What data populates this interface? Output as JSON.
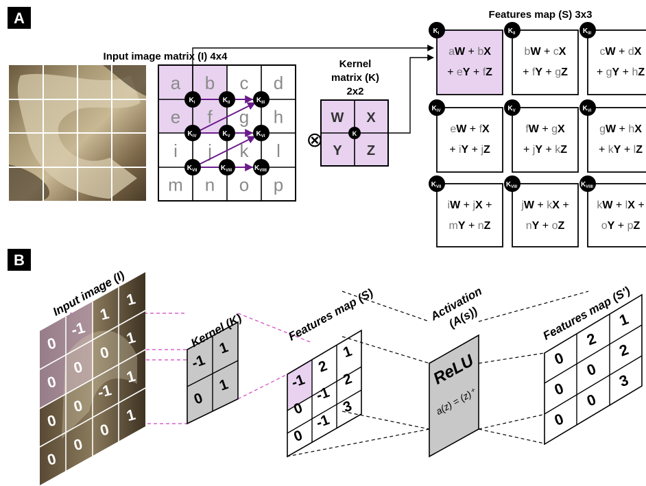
{
  "panel_a": {
    "label": "A",
    "input_title": "Input image matrix (I) 4x4",
    "input_letters": [
      "a",
      "b",
      "c",
      "d",
      "e",
      "f",
      "g",
      "h",
      "i",
      "j",
      "k",
      "l",
      "m",
      "n",
      "o",
      "p"
    ],
    "k_nodes": [
      "K",
      "K",
      "K",
      "K",
      "K",
      "K",
      "K",
      "K",
      "K"
    ],
    "k_subs": [
      "I",
      "II",
      "III",
      "IV",
      "V",
      "VI",
      "VII",
      "VIII",
      "VIIII"
    ],
    "conv_op": "⊗",
    "kernel_title_1": "Kernel",
    "kernel_title_2": "matrix (K)",
    "kernel_title_3": "2x2",
    "kernel_cells": [
      "W",
      "X",
      "Y",
      "Z"
    ],
    "kernel_center": "K",
    "features_title": "Features map (S) 3x3",
    "features_cells": [
      {
        "k": "K",
        "sub": "I",
        "p1": [
          "a",
          "W",
          " + ",
          "b",
          "X"
        ],
        "p2": [
          "+ ",
          "e",
          "Y",
          " + ",
          "f",
          "Z"
        ]
      },
      {
        "k": "K",
        "sub": "II",
        "p1": [
          "b",
          "W",
          " + ",
          "c",
          "X"
        ],
        "p2": [
          "+ ",
          "f",
          "Y",
          " + ",
          "g",
          "Z"
        ]
      },
      {
        "k": "K",
        "sub": "III",
        "p1": [
          "c",
          "W",
          " + ",
          "d",
          "X"
        ],
        "p2": [
          "+ ",
          "g",
          "Y",
          " + ",
          "h",
          "Z"
        ]
      },
      {
        "k": "K",
        "sub": "IV",
        "p1": [
          "e",
          "W",
          " + ",
          "f",
          "X"
        ],
        "p2": [
          "+ ",
          "i",
          "Y",
          " + ",
          "j",
          "Z"
        ]
      },
      {
        "k": "K",
        "sub": "V",
        "p1": [
          "f",
          "W",
          " + ",
          "g",
          "X"
        ],
        "p2": [
          "+ ",
          "j",
          "Y",
          " + ",
          "k",
          "Z"
        ]
      },
      {
        "k": "K",
        "sub": "VI",
        "p1": [
          "g",
          "W",
          " + ",
          "h",
          "X"
        ],
        "p2": [
          "+ ",
          "k",
          "Y",
          " + ",
          "l",
          "Z"
        ]
      },
      {
        "k": "K",
        "sub": "VII",
        "p1": [
          "i",
          "W",
          " + ",
          "j",
          "X",
          " +"
        ],
        "p2": [
          "m",
          "Y",
          " + ",
          "n",
          "Z"
        ]
      },
      {
        "k": "K",
        "sub": "VIII",
        "p1": [
          "j",
          "W",
          " + ",
          "k",
          "X",
          " +"
        ],
        "p2": [
          "n",
          "Y",
          " + ",
          "o",
          "Z"
        ]
      },
      {
        "k": "K",
        "sub": "VIIII",
        "p1": [
          "k",
          "W",
          " + ",
          "l",
          "X",
          " +"
        ],
        "p2": [
          "o",
          "Y",
          " + ",
          "p",
          "Z"
        ]
      }
    ]
  },
  "panel_b": {
    "label": "B",
    "input_title": "Input image (I)",
    "input_values": [
      "0",
      "-1",
      "1",
      "1",
      "0",
      "0",
      "0",
      "1",
      "0",
      "0",
      "-1",
      "1",
      "0",
      "0",
      "0",
      "1"
    ],
    "input_values_bottom": [
      "0",
      "0",
      "0",
      "1"
    ],
    "kernel_title": "Kernel (K)",
    "kernel_values": [
      "-1",
      "1",
      "0",
      "1"
    ],
    "features_title": "Features map (S)",
    "features_values": [
      "-1",
      "2",
      "1",
      "0",
      "-1",
      "2",
      "0",
      "-1",
      "3"
    ],
    "activation_title_1": "Activation",
    "activation_title_2": "(A(s))",
    "activation_name": "ReLU",
    "activation_formula": "a(z) = (z)⁺",
    "features2_title": "Features map (S')",
    "features2_values": [
      "0",
      "2",
      "1",
      "0",
      "0",
      "2",
      "0",
      "0",
      "3"
    ]
  },
  "colors": {
    "highlight": "#e8d2f0",
    "arrow_purple": "#6a1a8a",
    "dash_magenta": "#d040c0",
    "kernel_gray": "#c8c8c8"
  }
}
